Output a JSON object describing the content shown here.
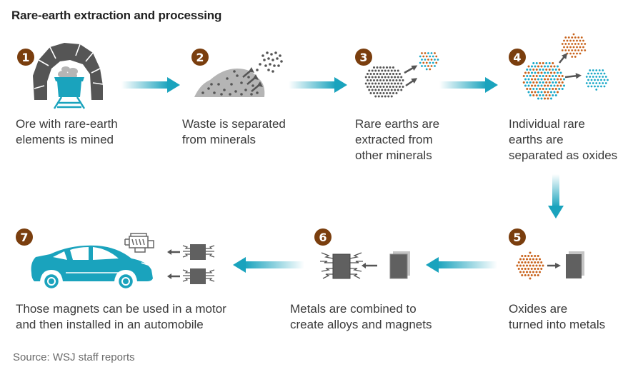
{
  "title": "Rare-earth extraction and processing",
  "source": "Source: WSJ staff reports",
  "colors": {
    "badge": "#7a3e0e",
    "teal": "#1aa3bd",
    "dark_gray": "#555555",
    "light_gray": "#b5b5b5",
    "orange_dot": "#c8631c",
    "blue_dot": "#1aa8c8"
  },
  "steps": [
    {
      "number": "1",
      "label": "Ore with rare-earth\nelements is mined",
      "icon": "mine-cart-icon"
    },
    {
      "number": "2",
      "label": "Waste is separated\nfrom minerals",
      "icon": "waste-pile-icon"
    },
    {
      "number": "3",
      "label": "Rare earths are\nextracted from\nother minerals",
      "icon": "extraction-icon"
    },
    {
      "number": "4",
      "label": "Individual rare\nearths are\nseparated as oxides",
      "icon": "oxide-separation-icon"
    },
    {
      "number": "5",
      "label": "Oxides are\nturned into metals",
      "icon": "oxide-to-metal-icon"
    },
    {
      "number": "6",
      "label": "Metals are combined to\ncreate alloys and magnets",
      "icon": "magnet-icon"
    },
    {
      "number": "7",
      "label": "Those magnets can be used in a motor\nand then installed in an automobile",
      "icon": "car-icon"
    }
  ]
}
